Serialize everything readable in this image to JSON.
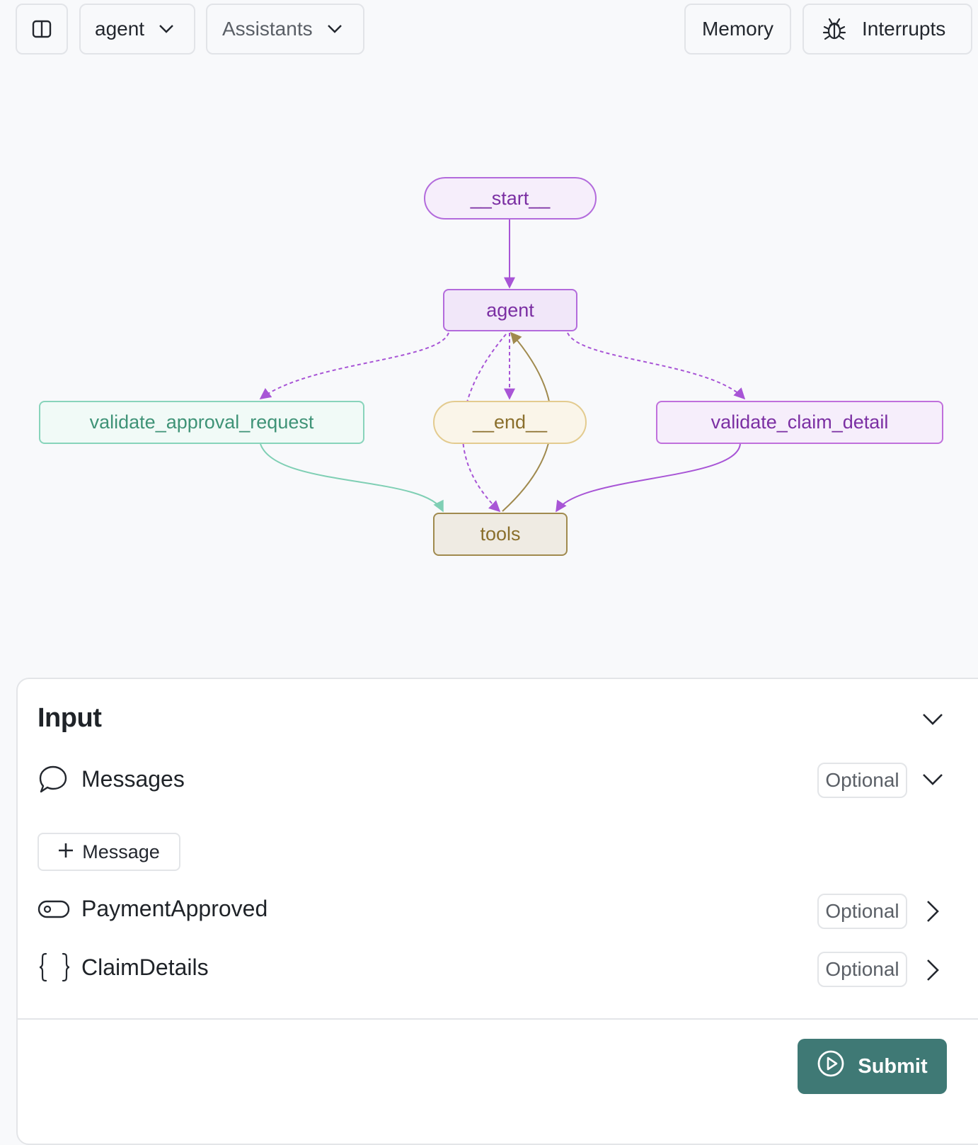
{
  "toolbar": {
    "graph_select": "agent",
    "assistants_select": "Assistants",
    "memory_label": "Memory",
    "interrupts_label": "Interrupts"
  },
  "graph": {
    "nodes": {
      "start": "__start__",
      "agent": "agent",
      "validate_approval": "validate_approval_request",
      "end": "__end__",
      "validate_claim": "validate_claim_detail",
      "tools": "tools"
    }
  },
  "input_panel": {
    "title": "Input",
    "fields": {
      "messages": {
        "label": "Messages",
        "badge": "Optional"
      },
      "payment": {
        "label": "PaymentApproved",
        "badge": "Optional"
      },
      "claim": {
        "label": "ClaimDetails",
        "badge": "Optional"
      }
    },
    "add_message_label": "Message",
    "submit_label": "Submit"
  },
  "colors": {
    "purple": "#a855d6",
    "teal": "#7fcfb4",
    "gold": "#a08a4e",
    "submit_bg": "#3f7975"
  }
}
